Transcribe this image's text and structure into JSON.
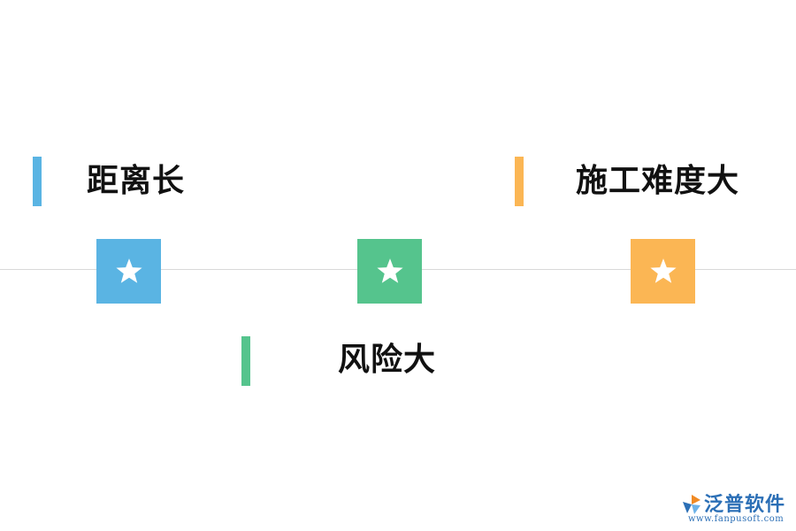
{
  "items": [
    {
      "label": "距离长",
      "color": "#5ab4e3",
      "icon": "star-icon"
    },
    {
      "label": "风险大",
      "color": "#55c48d",
      "icon": "star-icon"
    },
    {
      "label": "施工难度大",
      "color": "#fbb654",
      "icon": "star-icon"
    }
  ],
  "logo": {
    "name": "泛普软件",
    "url": "www.fanpusoft.com",
    "icon": "fanpu-logo-icon"
  }
}
